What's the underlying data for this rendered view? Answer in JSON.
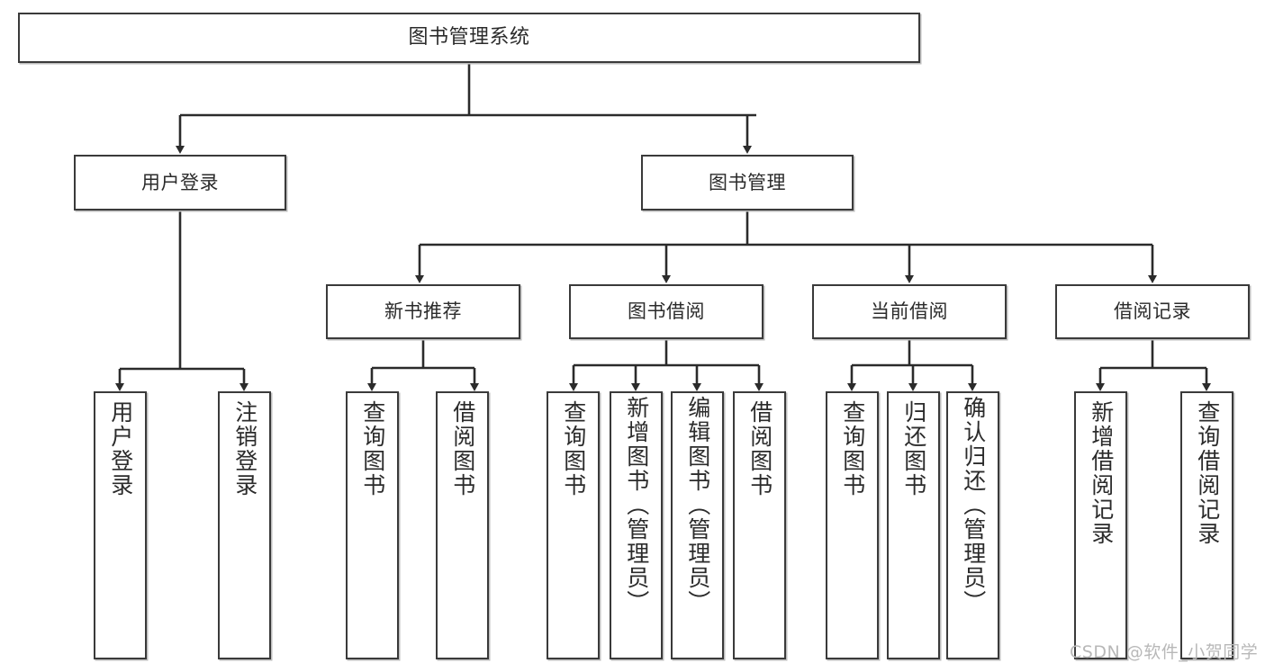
{
  "diagram": {
    "title": "图书管理系统",
    "type": "hierarchy-tree",
    "colors": {
      "box_border": "#3a3a3a",
      "box_fill": "#ffffff",
      "connector": "#2b2b2b",
      "shadow": "#bdbdbd",
      "text": "#2b2b2b",
      "watermark": "#b8b8b8"
    },
    "watermark": "CSDN @软件_小贺同学",
    "nodes": {
      "root": {
        "label": "图书管理系统"
      },
      "level2": [
        {
          "id": "user-login",
          "label": "用户登录"
        },
        {
          "id": "book-management",
          "label": "图书管理"
        }
      ],
      "level3": [
        {
          "id": "new-book-recommend",
          "label": "新书推荐"
        },
        {
          "id": "book-borrow",
          "label": "图书借阅"
        },
        {
          "id": "current-borrow",
          "label": "当前借阅"
        },
        {
          "id": "borrow-record",
          "label": "借阅记录"
        }
      ],
      "leaves": {
        "user_login": [
          {
            "id": "leaf-user-login",
            "label": "用户登录"
          },
          {
            "id": "leaf-logout-login",
            "label": "注销登录"
          }
        ],
        "new_book_recommend": [
          {
            "id": "leaf-query-book-1",
            "label": "查询图书"
          },
          {
            "id": "leaf-borrow-book-1",
            "label": "借阅图书"
          }
        ],
        "book_borrow": [
          {
            "id": "leaf-query-book-2",
            "label": "查询图书"
          },
          {
            "id": "leaf-add-book",
            "label": "新增图书（管理员）"
          },
          {
            "id": "leaf-edit-book",
            "label": "编辑图书（管理员）"
          },
          {
            "id": "leaf-borrow-book-2",
            "label": "借阅图书"
          }
        ],
        "current_borrow": [
          {
            "id": "leaf-query-book-3",
            "label": "查询图书"
          },
          {
            "id": "leaf-return-book",
            "label": "归还图书"
          },
          {
            "id": "leaf-confirm-return",
            "label": "确认归还（管理员）"
          }
        ],
        "borrow_record": [
          {
            "id": "leaf-add-record",
            "label": "新增借阅记录"
          },
          {
            "id": "leaf-query-record",
            "label": "查询借阅记录"
          }
        ]
      }
    }
  }
}
